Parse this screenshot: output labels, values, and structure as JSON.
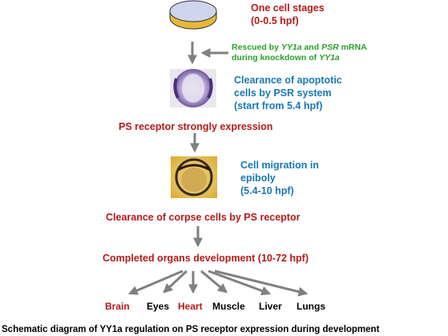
{
  "stage_one": {
    "title": "One cell stages",
    "time": "(0-0.5 hpf)"
  },
  "rescue_note": {
    "prefix": "Rescued by ",
    "gene1": "YY1a",
    "and": " and ",
    "gene2": "PSR",
    "suffix": " mRNA",
    "line2_prefix": "during knockdown of ",
    "line2_gene": "YY1a"
  },
  "apoptotic": {
    "line1": "Clearance of apoptotic",
    "line2": "cells by PSR system",
    "line3": "(start from 5.4 hpf)"
  },
  "ps_receptor_expression": "PS receptor strongly expression",
  "migration": {
    "line1": "Cell migration in",
    "line2": "epiboly",
    "line3": "(5.4-10 hpf)"
  },
  "corpse_clearance": "Clearance of corpse cells by PS receptor",
  "organs_development": "Completed organs development (10-72 hpf)",
  "organs": [
    {
      "label": "Brain",
      "color": "#b41a1a"
    },
    {
      "label": "Eyes",
      "color": "#000000"
    },
    {
      "label": "Heart",
      "color": "#b41a1a"
    },
    {
      "label": "Muscle",
      "color": "#000000"
    },
    {
      "label": "Liver",
      "color": "#000000"
    },
    {
      "label": "Lungs",
      "color": "#000000"
    }
  ],
  "caption": "Schematic diagram of YY1a regulation on PS receptor expression during development",
  "colors": {
    "red": "#b41a1a",
    "blue": "#1a78b4",
    "green": "#2aa02a",
    "arrow": "#808080"
  }
}
